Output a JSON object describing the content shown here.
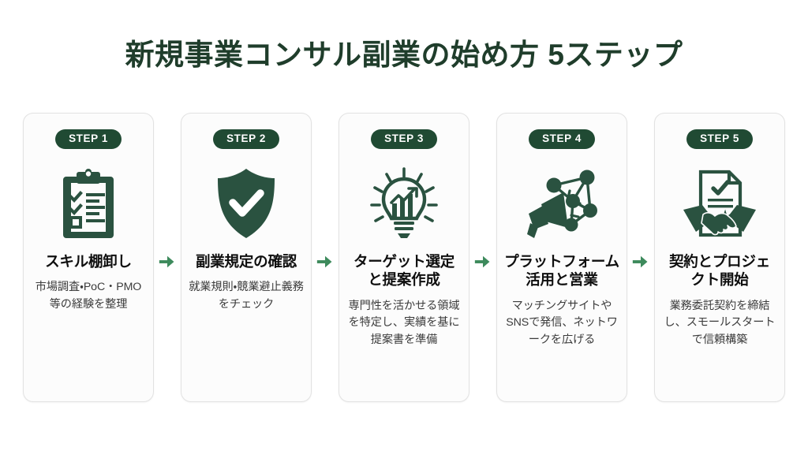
{
  "header": {
    "title": "新規事業コンサル副業の始め方 5ステップ",
    "title_color": "#1f3d2b"
  },
  "theme": {
    "badge_bg": "#204a33",
    "badge_text": "#ffffff",
    "icon_color": "#2a5240",
    "arrow_color": "#3d8a5c",
    "card_bg": "#fcfcfc",
    "card_border": "#e2e2e2",
    "page_bg": "#ffffff",
    "title_text": "#0f0f0f",
    "body_text": "#3b3b3b"
  },
  "arrow": {
    "icon": "arrow-right-icon",
    "count": 4
  },
  "steps": [
    {
      "badge": "STEP 1",
      "icon": "clipboard-checklist-icon",
      "title": "スキル棚卸し",
      "body": "市場調査・PoC・PMO等の経験を整理"
    },
    {
      "badge": "STEP 2",
      "icon": "shield-check-icon",
      "title": "副業規定の確認",
      "body": "就業規則・競業避止義務をチェック"
    },
    {
      "badge": "STEP 3",
      "icon": "lightbulb-growth-chart-icon",
      "title": "ターゲット選定と提案作成",
      "body": "専門性を活かせる領域を特定し、実績を基に提案書を準備"
    },
    {
      "badge": "STEP 4",
      "icon": "megaphone-network-icon",
      "title": "プラットフォーム活用と営業",
      "body": "マッチングサイトやSNSで発信、ネットワークを広げる"
    },
    {
      "badge": "STEP 5",
      "icon": "handshake-contract-icon",
      "title": "契約とプロジェクト開始",
      "body": "業務委託契約を締結し、スモールスタートで信頼構築"
    }
  ]
}
